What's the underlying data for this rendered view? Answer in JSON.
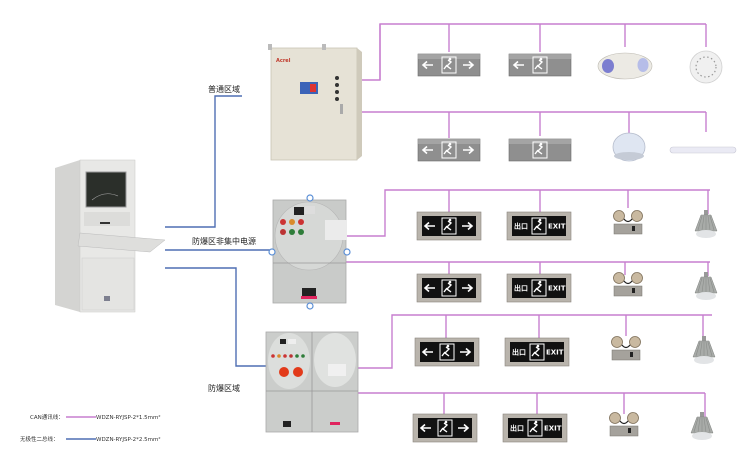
{
  "title": "Emergency lighting and evacuation indication system topology",
  "colors": {
    "can_line": "#c77fcf",
    "power_line": "#4f6fb3",
    "handle": "#5b8fd6",
    "sign_dark": "#111111",
    "sign_light": "#8b8b8b",
    "cabinet": "#e6e2d6",
    "exbox": "#c9cbc9"
  },
  "zones": {
    "normal": "普通区域",
    "ex_non_central": "防爆区非集中电源",
    "ex": "防爆区域"
  },
  "legend": [
    {
      "label": "CAN通讯线：",
      "cable": "WDZN-RYJSP-2*1.5mm²",
      "type": "can"
    },
    {
      "label": "无极性二总线：",
      "cable": "WDZN-RYJSP-2*2.5mm²",
      "type": "power"
    }
  ],
  "devices": {
    "host": "monitoring-host",
    "normal_cabinet": {
      "brand": "Acrel"
    },
    "rows": [
      {
        "zone": "normal",
        "items": [
          "sign-double-arrow-light",
          "sign-left-arrow-light",
          "spot-lamp",
          "ceiling-lamp"
        ]
      },
      {
        "zone": "normal",
        "items": [
          "sign-double-arrow-light",
          "sign-exit-light",
          "round-ceiling-lamp",
          "tube-lamp"
        ]
      },
      {
        "zone": "ex_non_central",
        "items": [
          "ex-sign-double-arrow",
          "ex-sign-exit",
          "ex-twin-spot-lamp",
          "ex-high-bay-lamp"
        ]
      },
      {
        "zone": "ex_non_central",
        "items": [
          "ex-sign-double-arrow",
          "ex-sign-exit",
          "ex-twin-spot-lamp",
          "ex-high-bay-lamp"
        ]
      },
      {
        "zone": "ex",
        "items": [
          "ex-sign-double-arrow",
          "ex-sign-exit",
          "ex-twin-spot-lamp",
          "ex-high-bay-lamp"
        ]
      },
      {
        "zone": "ex",
        "items": [
          "ex-sign-double-arrow",
          "ex-sign-exit",
          "ex-twin-spot-lamp",
          "ex-high-bay-lamp"
        ]
      }
    ],
    "sign_text": {
      "exit_cn": "出口",
      "exit_en": "EXIT"
    }
  }
}
